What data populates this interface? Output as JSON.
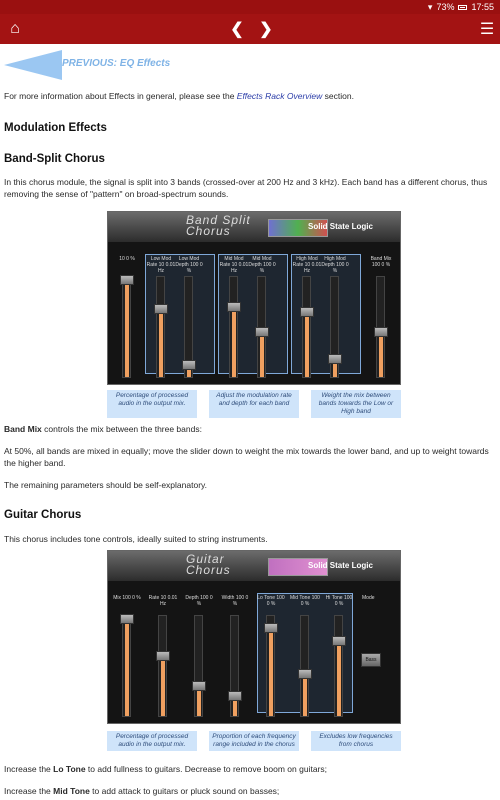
{
  "status": {
    "battery": "73%",
    "time": "17:55"
  },
  "nav": {
    "home_icon": "home-icon",
    "prev_icon": "chevron-left-icon",
    "next_icon": "chevron-right-icon",
    "menu_icon": "menu-icon"
  },
  "previous": {
    "label": "PREVIOUS: EQ Effects"
  },
  "intro": {
    "text": "For more information about Effects in general, please see the ",
    "link": "Effects Rack Overview",
    "suffix": " section."
  },
  "sections": {
    "modulation": "Modulation Effects",
    "band_split": "Band-Split Chorus",
    "band_split_desc": "In this chorus module, the signal is split into 3 bands (crossed-over at 200 Hz and 3 kHz). Each band has a different chorus, thus removing the sense of \"pattern\" on broad-spectrum sounds.",
    "guitar": "Guitar Chorus",
    "guitar_desc": "This chorus includes tone controls, ideally suited to string instruments."
  },
  "band_panel": {
    "title_line1": "Band Split",
    "title_line2": "Chorus",
    "logo": "Solid State Logic",
    "sliders": [
      {
        "label": "",
        "top": "10",
        "bottom": "0",
        "unit": "%",
        "level": 0.97
      },
      {
        "label": "Low Mod Rate",
        "top": "10",
        "bottom": "0.01",
        "unit": "Hz",
        "level": 0.68
      },
      {
        "label": "Low Mod Depth",
        "top": "100",
        "bottom": "0",
        "unit": "%",
        "level": 0.12
      },
      {
        "label": "Mid Mod Rate",
        "top": "10",
        "bottom": "0.01",
        "unit": "Hz",
        "level": 0.7
      },
      {
        "label": "Mid Mod Depth",
        "top": "100",
        "bottom": "0",
        "unit": "%",
        "level": 0.45
      },
      {
        "label": "High Mod Rate",
        "top": "10",
        "bottom": "0.01",
        "unit": "Hz",
        "level": 0.65
      },
      {
        "label": "High Mod Depth",
        "top": "100",
        "bottom": "0",
        "unit": "%",
        "level": 0.18
      },
      {
        "label": "Band Mix",
        "top": "100",
        "bottom": "0",
        "unit": "%",
        "level": 0.45
      }
    ],
    "callouts": [
      "Percentage of processed audio in the output mix.",
      "Adjust the modulation rate and depth for each band",
      "Weight the mix between bands towards the Low or High band"
    ]
  },
  "band_mix": {
    "term": "Band Mix",
    "rest": " controls the mix between the three bands:",
    "p2": "At 50%, all bands are mixed in equally; move the slider down to weight the mix towards the lower band, and up to weight towards the higher band.",
    "p3": "The remaining parameters should be self-explanatory."
  },
  "guitar_panel": {
    "title_line1": "Guitar",
    "title_line2": "Chorus",
    "logo": "Solid State Logic",
    "sliders": [
      {
        "label": "Mix",
        "top": "100",
        "bottom": "0",
        "unit": "%",
        "level": 0.97
      },
      {
        "label": "Rate",
        "top": "10",
        "bottom": "0.01",
        "unit": "Hz",
        "level": 0.6
      },
      {
        "label": "Depth",
        "top": "100",
        "bottom": "0",
        "unit": "%",
        "level": 0.3
      },
      {
        "label": "Width",
        "top": "100",
        "bottom": "0",
        "unit": "%",
        "level": 0.2
      },
      {
        "label": "Lo Tone",
        "top": "100",
        "bottom": "0",
        "unit": "%",
        "level": 0.88
      },
      {
        "label": "Mid Tone",
        "top": "100",
        "bottom": "0",
        "unit": "%",
        "level": 0.42
      },
      {
        "label": "Hi Tone",
        "top": "100",
        "bottom": "0",
        "unit": "%",
        "level": 0.75
      }
    ],
    "mode_label": "Mode",
    "mode_button": "Bass",
    "callouts": [
      "Percentage of processed audio in the output mix.",
      "Proportion of each frequency range included in the chorus",
      "Excludes low frequencies from chorus"
    ]
  },
  "tone": {
    "lo_pre": "Increase the ",
    "lo_term": "Lo Tone",
    "lo_post": " to add fullness to guitars. Decrease to remove boom on guitars;",
    "mid_pre": "Increase the ",
    "mid_term": "Mid Tone",
    "mid_post": " to add attack to guitars or pluck sound on basses;"
  }
}
